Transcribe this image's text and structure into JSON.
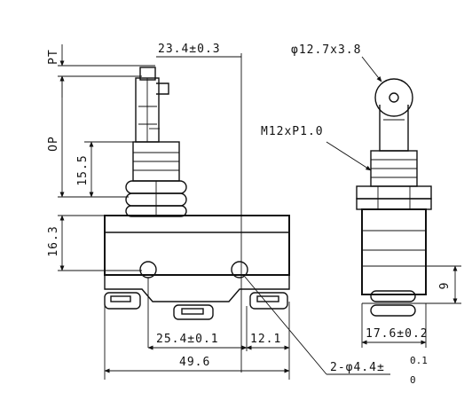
{
  "dimensions": {
    "pt": "PT",
    "op": "OP",
    "h_15_5": "15.5",
    "h_16_3": "16.3",
    "top_width": "23.4±0.3",
    "spacing_25_4": "25.4±0.1",
    "spacing_12_1": "12.1",
    "total_width": "49.6",
    "roller": "φ12.7x3.8",
    "thread": "M12xP1.0",
    "height_9": "9",
    "width_17_6": "17.6±0.2",
    "holes_main": "2-φ4.4±",
    "holes_tol_upper": "0.1",
    "holes_tol_lower": "0"
  }
}
